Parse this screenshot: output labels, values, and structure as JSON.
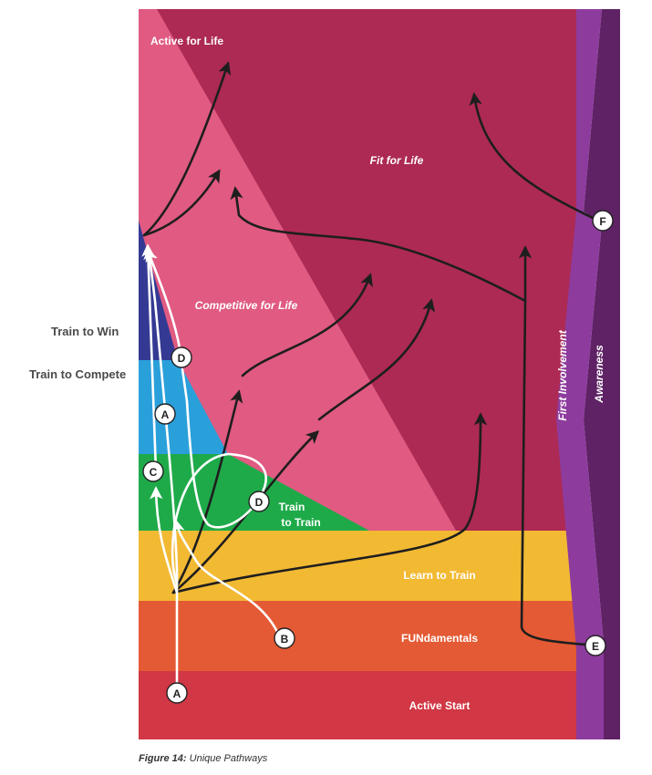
{
  "diagram": {
    "stages": {
      "active_for_life": "Active for Life",
      "fit_for_life": "Fit for Life",
      "competitive_for_life": "Competitive for Life",
      "train_to_win": "Train to Win",
      "train_to_compete": "Train to Compete",
      "train_to_train_line1": "Train",
      "train_to_train_line2": "to Train",
      "learn_to_train": "Learn to Train",
      "fundamentals": "FUNdamentals",
      "active_start": "Active Start",
      "first_involvement": "First Involvement",
      "awareness": "Awareness"
    },
    "markers": {
      "a_bottom": "A",
      "a_mid": "A",
      "b": "B",
      "c": "C",
      "d_top": "D",
      "d_loop": "D",
      "e": "E",
      "f": "F"
    },
    "colors": {
      "fit_for_life": "#ad2a54",
      "competitive_for_life": "#e05a82",
      "train_to_win": "#343a93",
      "train_to_compete": "#2aa0db",
      "train_to_train": "#1faa4a",
      "learn_to_train": "#f2b933",
      "fundamentals": "#e45a34",
      "active_start": "#d13744",
      "first_involvement": "#8e3b9e",
      "awareness": "#5e2265",
      "path_dark": "#1e1e1e",
      "path_light": "#ffffff"
    }
  },
  "caption": {
    "label": "Figure 14:",
    "text": " Unique Pathways"
  }
}
